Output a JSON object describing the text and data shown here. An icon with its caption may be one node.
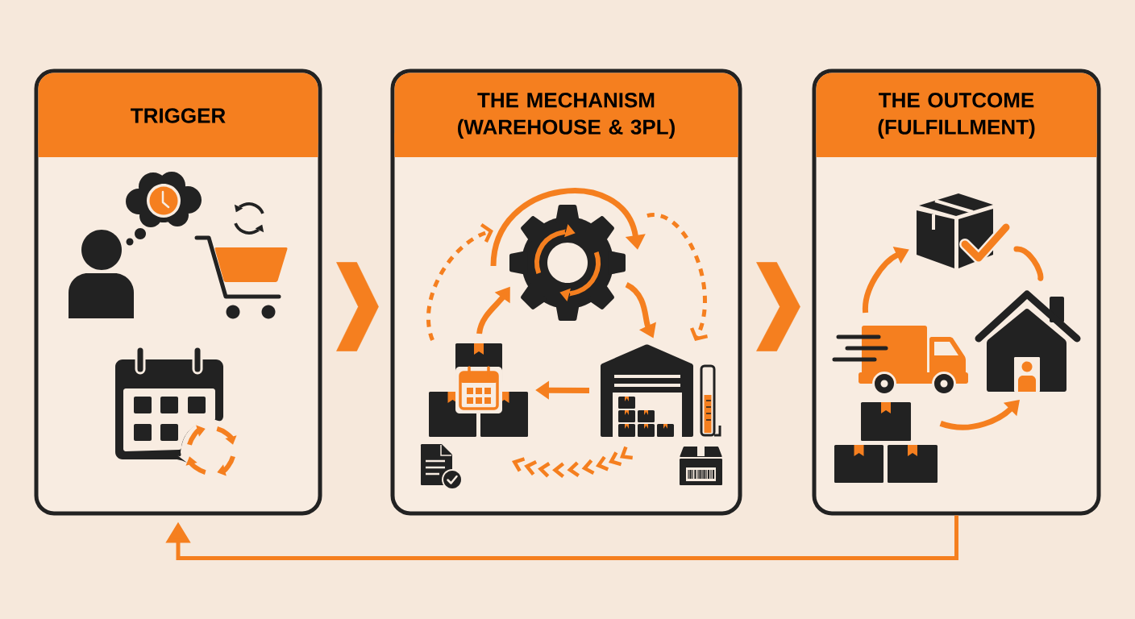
{
  "diagram": {
    "nodes": [
      {
        "text": [
          "TRIGGER"
        ]
      },
      {
        "text": [
          "THE MECHANISM (WAREHOUSE & 3PL)"
        ]
      },
      {
        "text": [],
        "shape": "picture",
        "in": 1
      },
      {
        "text": [],
        "shape": "picture",
        "in": 1
      },
      {
        "text": [],
        "shape": "picture",
        "in": 1
      },
      {
        "text": [
          "THE OUTCOME (FULFILLMENT)"
        ]
      },
      {
        "text": [],
        "shape": "picture",
        "in": 5
      },
      {
        "text": [],
        "shape": "picture",
        "in": 5
      },
      {
        "text": [],
        "shape": "picture",
        "in": 5
      },
      {
        "text": [],
        "shape": "picture",
        "in": 5
      }
    ],
    "edges": [
      {
        "from": 0,
        "to": 1,
        "arrow": "to"
      },
      {
        "from": 1,
        "to": 5,
        "arrow": "to"
      },
      {
        "from": 3,
        "to": 2,
        "arrow": "to"
      },
      {
        "from": 2,
        "to": 4,
        "arrow": "to"
      },
      {
        "from": 4,
        "to": 3,
        "arrow": "to"
      },
      {
        "from": 3,
        "to": 2,
        "arrow": "to",
        "style": "dashed"
      },
      {
        "from": 2,
        "to": 4,
        "arrow": "to",
        "style": "dashed"
      },
      {
        "from": 7,
        "to": 6,
        "arrow": "to"
      },
      {
        "from": 6,
        "to": 8,
        "arrow": "none"
      },
      {
        "from": 9,
        "to": 8,
        "arrow": "to"
      },
      {
        "from": 5,
        "to": 0,
        "arrow": "to"
      }
    ]
  }
}
